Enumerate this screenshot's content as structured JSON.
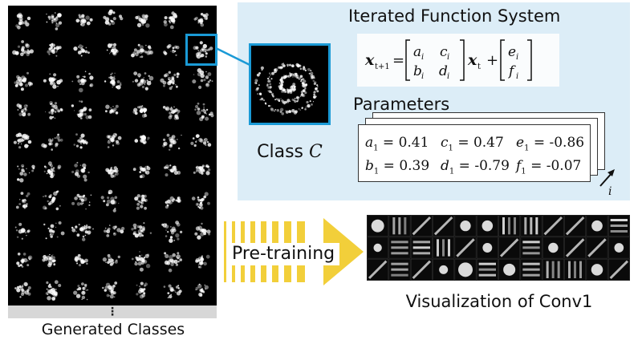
{
  "generated_classes": {
    "label": "Generated Classes",
    "more_marker": "⋮",
    "rows": 10,
    "cols": 7
  },
  "iterated_function_system": {
    "title": "Iterated Function System",
    "equation": {
      "lhs": "x",
      "lhs_sub": "t+1",
      "matrix": [
        [
          "a",
          "i",
          "c",
          "i"
        ],
        [
          "b",
          "i",
          "d",
          "i"
        ]
      ],
      "mult": "x",
      "mult_sub": "t",
      "vector": [
        [
          "e",
          "i"
        ],
        [
          "f",
          "i"
        ]
      ]
    }
  },
  "class_c": {
    "label": "Class ",
    "symbol": "C"
  },
  "parameters": {
    "title": "Parameters",
    "row1": [
      {
        "sym": "a",
        "sub": "1",
        "val": "= 0.41"
      },
      {
        "sym": "c",
        "sub": "1",
        "val": "= 0.47"
      },
      {
        "sym": "e",
        "sub": "1",
        "val": "= -0.86"
      }
    ],
    "row2": [
      {
        "sym": "b",
        "sub": "1",
        "val": "= 0.39"
      },
      {
        "sym": "d",
        "sub": "1",
        "val": "= -0.79"
      },
      {
        "sym": "f",
        "sub": "1",
        "val": "= -0.07"
      }
    ],
    "index_label": "i"
  },
  "pretraining": {
    "label": "Pre-training",
    "arrow_color": "#f2cf3a"
  },
  "conv1": {
    "label": "Visualization of Conv1",
    "filters_rows": 3,
    "filters_cols": 12
  },
  "colors": {
    "accent": "#1a9ad6",
    "panel": "#dcedf7"
  }
}
